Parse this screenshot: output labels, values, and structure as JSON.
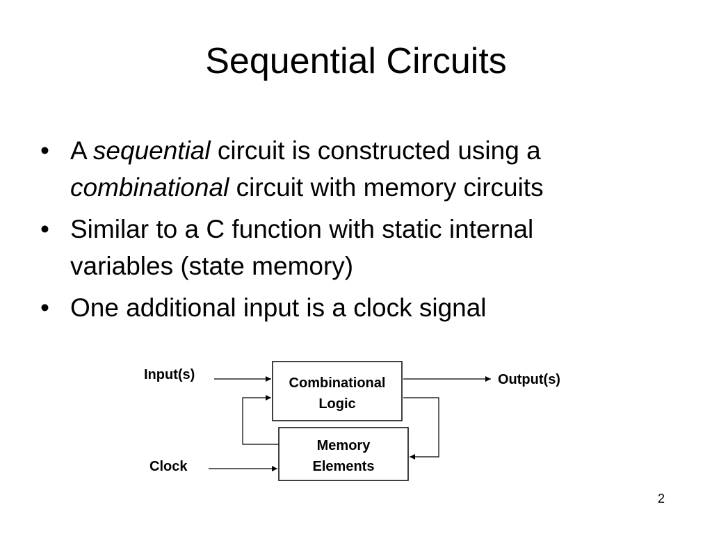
{
  "slide": {
    "title": "Sequential Circuits",
    "page_number": "2"
  },
  "bullets": [
    {
      "marker": "•",
      "lines": [
        [
          {
            "text": "A ",
            "italic": false
          },
          {
            "text": "sequential",
            "italic": true
          },
          {
            "text": " circuit is constructed using a",
            "italic": false
          }
        ],
        [
          {
            "text": "combinational",
            "italic": true
          },
          {
            "text": " circuit with memory circuits",
            "italic": false
          }
        ]
      ]
    },
    {
      "marker": "•",
      "lines": [
        [
          {
            "text": "Similar to a C function with static internal",
            "italic": false
          }
        ],
        [
          {
            "text": "variables (state memory)",
            "italic": false
          }
        ]
      ]
    },
    {
      "marker": "•",
      "lines": [
        [
          {
            "text": "One additional input is a clock signal",
            "italic": false
          }
        ]
      ]
    }
  ],
  "diagram": {
    "input_label": "Input(s)",
    "output_label": "Output(s)",
    "clock_label": "Clock",
    "combinational_line1": "Combinational",
    "combinational_line2": "Logic",
    "memory_line1": "Memory",
    "memory_line2": "Elements"
  }
}
